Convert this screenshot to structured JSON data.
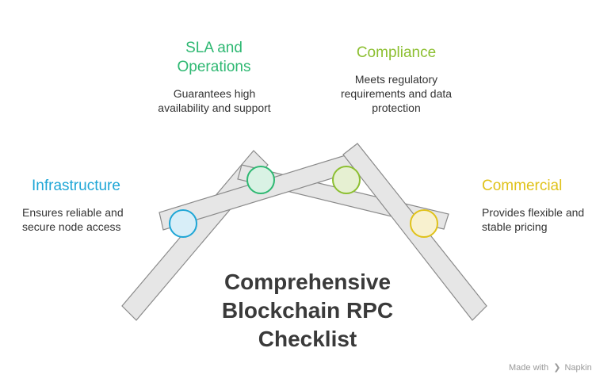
{
  "title": "Comprehensive Blockchain RPC Checklist",
  "watermark": {
    "prefix": "Made with",
    "brand": "Napkin",
    "icon": "napkin-logo-icon"
  },
  "items": [
    {
      "key": "infrastructure",
      "heading": "Infrastructure",
      "description": "Ensures reliable and secure node access",
      "color": "#1ea6d6",
      "fill": "#d8eef8"
    },
    {
      "key": "sla",
      "heading": "SLA and Operations",
      "description": "Guarantees high availability and support",
      "color": "#2eb872",
      "fill": "#d9f2e4"
    },
    {
      "key": "compliance",
      "heading": "Compliance",
      "description": "Meets regulatory requirements and data protection",
      "color": "#8cbf30",
      "fill": "#e6f0d2"
    },
    {
      "key": "commercial",
      "heading": "Commercial",
      "description": "Provides flexible and stable pricing",
      "color": "#e0c21a",
      "fill": "#f8f1cf"
    }
  ],
  "colors": {
    "bar_fill": "#e6e6e6",
    "bar_stroke": "#8a8a8a",
    "title": "#3a3a3a"
  }
}
